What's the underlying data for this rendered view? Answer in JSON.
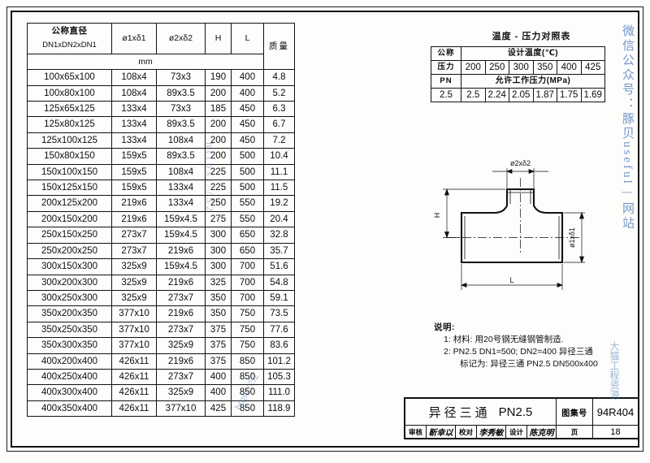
{
  "main_table": {
    "headers": {
      "nominal_cn": "公称直径",
      "nominal_en": "DN1xDN2xDN1",
      "d1": "ø1xδ1",
      "d2": "ø2xδ2",
      "h": "H",
      "l": "L",
      "mass": "质量",
      "unit": "mm"
    },
    "rows": [
      {
        "dn": "100x65x100",
        "d1": "108x4",
        "d2": "73x3",
        "h": "190",
        "l": "400",
        "mass": "4.8"
      },
      {
        "dn": "100x80x100",
        "d1": "108x4",
        "d2": "89x3.5",
        "h": "200",
        "l": "400",
        "mass": "5.2"
      },
      {
        "dn": "125x65x125",
        "d1": "133x4",
        "d2": "73x3",
        "h": "185",
        "l": "450",
        "mass": "6.3"
      },
      {
        "dn": "125x80x125",
        "d1": "133x4",
        "d2": "89x3.5",
        "h": "200",
        "l": "450",
        "mass": "6.7"
      },
      {
        "dn": "125x100x125",
        "d1": "133x4",
        "d2": "108x4",
        "h": "200",
        "l": "450",
        "mass": "7.2"
      },
      {
        "dn": "150x80x150",
        "d1": "159x5",
        "d2": "89x3.5",
        "h": "200",
        "l": "500",
        "mass": "10.4"
      },
      {
        "dn": "150x100x150",
        "d1": "159x5",
        "d2": "108x4",
        "h": "225",
        "l": "500",
        "mass": "11.1"
      },
      {
        "dn": "150x125x150",
        "d1": "159x5",
        "d2": "133x4",
        "h": "225",
        "l": "500",
        "mass": "11.5"
      },
      {
        "dn": "200x125x200",
        "d1": "219x6",
        "d2": "133x4",
        "h": "250",
        "l": "550",
        "mass": "19.2"
      },
      {
        "dn": "200x150x200",
        "d1": "219x6",
        "d2": "159x4.5",
        "h": "275",
        "l": "550",
        "mass": "20.4"
      },
      {
        "dn": "250x150x250",
        "d1": "273x7",
        "d2": "159x4.5",
        "h": "300",
        "l": "650",
        "mass": "32.8"
      },
      {
        "dn": "250x200x250",
        "d1": "273x7",
        "d2": "219x6",
        "h": "300",
        "l": "650",
        "mass": "35.7"
      },
      {
        "dn": "300x150x300",
        "d1": "325x9",
        "d2": "159x4.5",
        "h": "300",
        "l": "700",
        "mass": "51.6"
      },
      {
        "dn": "300x200x300",
        "d1": "325x9",
        "d2": "219x6",
        "h": "325",
        "l": "700",
        "mass": "54.8"
      },
      {
        "dn": "300x250x300",
        "d1": "325x9",
        "d2": "273x7",
        "h": "350",
        "l": "700",
        "mass": "59.1"
      },
      {
        "dn": "350x200x350",
        "d1": "377x10",
        "d2": "219x6",
        "h": "350",
        "l": "750",
        "mass": "73.5"
      },
      {
        "dn": "350x250x350",
        "d1": "377x10",
        "d2": "273x7",
        "h": "375",
        "l": "750",
        "mass": "77.6"
      },
      {
        "dn": "350x300x350",
        "d1": "377x10",
        "d2": "325x9",
        "h": "375",
        "l": "750",
        "mass": "83.6"
      },
      {
        "dn": "400x200x400",
        "d1": "426x11",
        "d2": "219x6",
        "h": "375",
        "l": "850",
        "mass": "101.2"
      },
      {
        "dn": "400x250x400",
        "d1": "426x11",
        "d2": "273x7",
        "h": "400",
        "l": "850",
        "mass": "105.3"
      },
      {
        "dn": "400x300x400",
        "d1": "426x11",
        "d2": "325x9",
        "h": "400",
        "l": "850",
        "mass": "111.0"
      },
      {
        "dn": "400x350x400",
        "d1": "426x11",
        "d2": "377x10",
        "h": "425",
        "l": "850",
        "mass": "118.9"
      }
    ]
  },
  "temp_pressure_table": {
    "title": "温度 - 压力对照表",
    "label_pressure_l1": "公称",
    "label_pressure_l2": "压力",
    "label_pressure_l3": "PN",
    "design_temp_header": "设计温度(℃)",
    "working_pressure_header": "允许工作压力(MPa)",
    "pn_value": "2.5",
    "temperatures": [
      "200",
      "250",
      "300",
      "350",
      "400",
      "425"
    ],
    "pressures": [
      "2.5",
      "2.24",
      "2.05",
      "1.87",
      "1.75",
      "1.69"
    ]
  },
  "drawing": {
    "label_d2": "ø2xδ2",
    "label_d1": "ø1xδ1",
    "label_h": "H",
    "label_l": "L"
  },
  "notes": {
    "head": "说明:",
    "item1": "1: 材料: 用20号钢无缝钢管制造.",
    "item2": "2: PN2.5 DN1=500; DN2=400 异径三通",
    "item2b": "标记为: 异径三通   PN2.5 DN500x400"
  },
  "title_block": {
    "name": "异径三通",
    "pn": "PN2.5",
    "atlas_label": "图集号",
    "atlas_value": "94R404",
    "review_label": "审核",
    "review_sig": "靳幸以",
    "check_label": "校对",
    "check_sig": "李秀敏",
    "design_label": "设计",
    "design_sig": "陈克明",
    "page_label": "页",
    "page_value": "18"
  },
  "watermarks": {
    "right": "微信公众号：豚贝useful  |  网站",
    "middle": "大猫工程资源",
    "url": "https://52"
  }
}
